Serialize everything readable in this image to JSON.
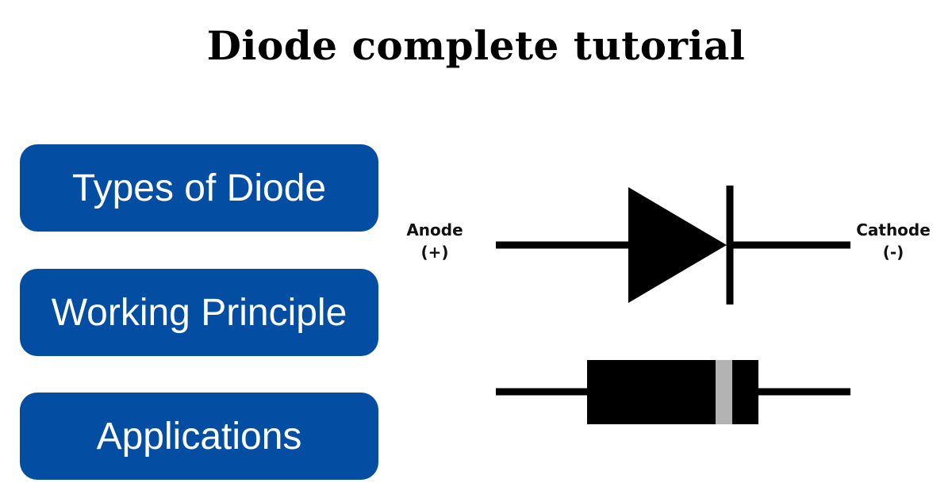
{
  "title": "Diode complete tutorial",
  "buttons": [
    {
      "label": "Types of Diode"
    },
    {
      "label": "Working Principle"
    },
    {
      "label": "Applications"
    }
  ],
  "symbol": {
    "anode": {
      "name": "Anode",
      "sign": "(+)"
    },
    "cathode": {
      "name": "Cathode",
      "sign": "(-)"
    }
  },
  "colors": {
    "button_bg": "#034EA2",
    "button_text": "#ffffff",
    "symbol": "#000000",
    "band": "#b3b3b3"
  }
}
